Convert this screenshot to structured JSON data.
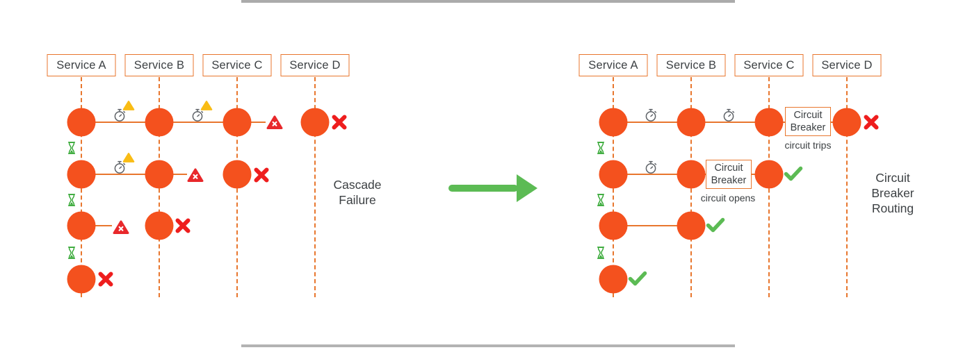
{
  "left_panel": {
    "services": [
      "Service A",
      "Service B",
      "Service C",
      "Service D"
    ],
    "caption": "Cascade Failure"
  },
  "right_panel": {
    "services": [
      "Service A",
      "Service B",
      "Service C",
      "Service D"
    ],
    "caption": "Circuit Breaker Routing",
    "breaker_row1": {
      "label": "Circuit Breaker",
      "note": "circuit trips"
    },
    "breaker_row2": {
      "label": "Circuit Breaker",
      "note": "circuit opens"
    }
  },
  "colors": {
    "node_orange": "#f4511e",
    "line_orange": "#e8762d",
    "warning_yellow": "#f9bc15",
    "error_red": "#e8282b",
    "fail_x_red": "#ee1d1d",
    "success_green": "#5cbb54",
    "hourglass_green": "#2fa52f",
    "text_gray": "#3c4043",
    "frame_gray": "#ababab"
  },
  "icon_legend": {
    "stopwatch": "request latency timer",
    "warning_triangle": "slow response warning",
    "error_triangle": "request error",
    "fail_x": "request failed",
    "check": "request succeeded",
    "hourglass": "waiting between retries"
  }
}
